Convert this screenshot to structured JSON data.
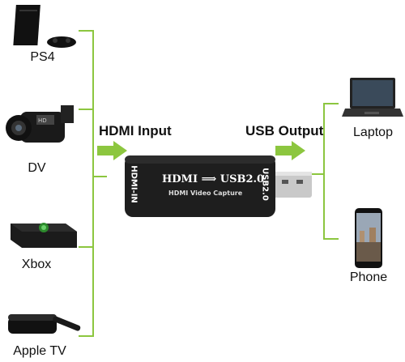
{
  "sources": [
    {
      "label": "PS4",
      "icon": "ps4-console-icon"
    },
    {
      "label": "DV",
      "icon": "camcorder-icon"
    },
    {
      "label": "Xbox",
      "icon": "xbox-console-icon"
    },
    {
      "label": "Apple TV",
      "icon": "apple-tv-icon"
    }
  ],
  "targets": [
    {
      "label": "Laptop",
      "icon": "laptop-icon"
    },
    {
      "label": "Phone",
      "icon": "phone-icon"
    }
  ],
  "input_heading": "HDMI Input",
  "output_heading": "USB Output",
  "device": {
    "side_left": "HDMI-IN",
    "side_right": "USB2.0",
    "main_from": "HDMI",
    "main_to": "USB2.0",
    "subtitle": "HDMI Video Capture"
  },
  "colors": {
    "connector": "#8cc63f",
    "device_body": "#1e1e1e"
  }
}
